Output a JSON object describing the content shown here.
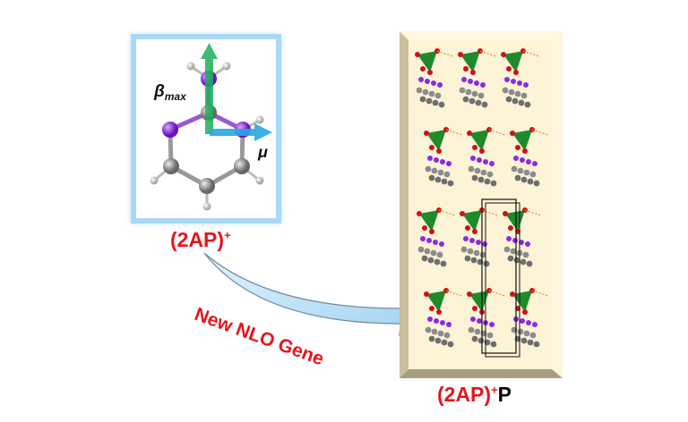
{
  "molecule_panel": {
    "beta_label": "β",
    "beta_sub": "max",
    "mu_label": "μ",
    "caption_main": "(2AP)",
    "caption_sup": "+"
  },
  "arrow": {
    "label": "New NLO Gene"
  },
  "crystal_panel": {
    "caption_main": "(2AP)",
    "caption_sup": "+",
    "caption_suffix": "P"
  },
  "colors": {
    "accent_red": "#e8141c",
    "frame_blue": "#a9d8f7",
    "arrow_blue": "#bfe3f7",
    "cream": "#fdf3d6",
    "bevel": "#cbbf9e",
    "nitrogen": "#8a2be2",
    "carbon": "#8c8c8c",
    "oxygen": "#d0101a",
    "phosphate": "#1f8a2a"
  }
}
